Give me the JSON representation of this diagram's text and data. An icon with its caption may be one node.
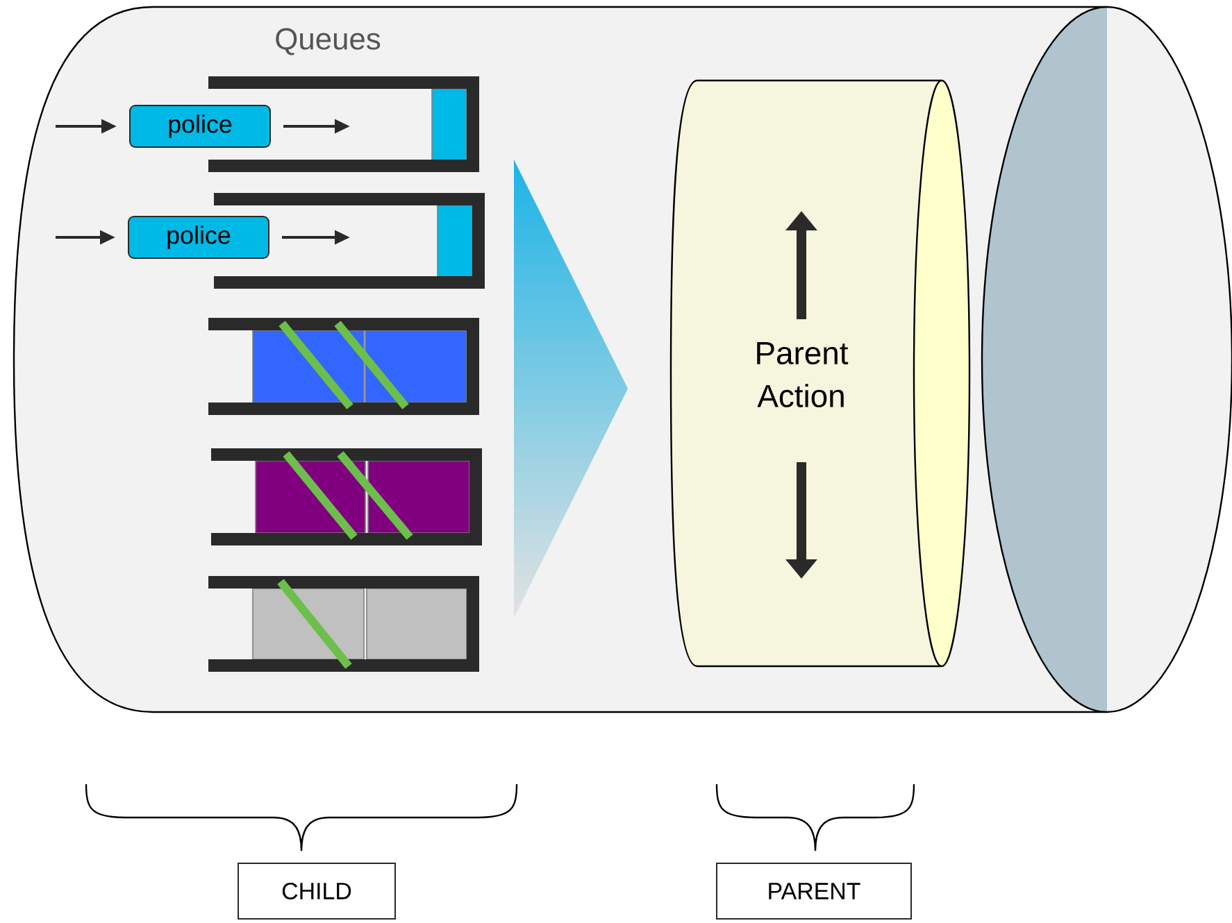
{
  "diagram": {
    "nodes": [
      {
        "text": [
          "police"
        ]
      },
      {
        "text": [
          "police"
        ]
      },
      {
        "text": [
          "Parent Action"
        ]
      },
      {
        "text": [
          "CHILD"
        ]
      },
      {
        "text": [
          "PARENT"
        ]
      }
    ],
    "edges": [
      {
        "from": null,
        "to": 0,
        "arrow": "to"
      },
      {
        "from": 0,
        "to": null,
        "arrow": "to"
      },
      {
        "from": null,
        "to": 1,
        "arrow": "to"
      },
      {
        "from": 1,
        "to": null,
        "arrow": "to"
      }
    ],
    "labels": [
      "Queues"
    ]
  }
}
